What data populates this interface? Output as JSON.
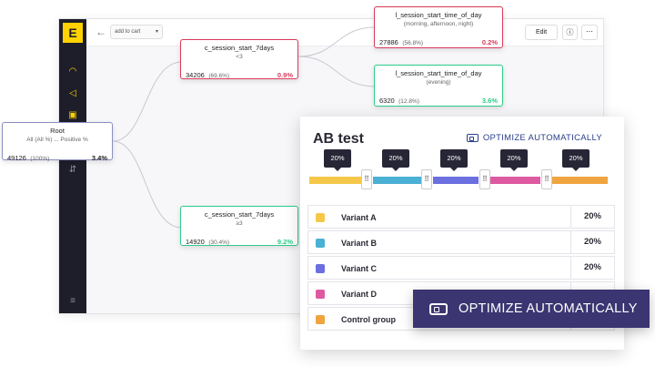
{
  "toolbar": {
    "select_value": "add to cart",
    "edit_label": "Edit",
    "info_icon": "info-icon",
    "more_icon": "more-icon"
  },
  "nodes": {
    "root": {
      "title": "Root",
      "subtitle": "All (All %) ... Positive %",
      "count": "49126",
      "share": "(100%)",
      "rate": "3.4%"
    },
    "n1": {
      "title": "c_session_start_7days",
      "subtitle": "<3",
      "count": "34206",
      "share": "(69.6%)",
      "rate": "0.9%"
    },
    "n2": {
      "title": "c_session_start_7days",
      "subtitle": "≥3",
      "count": "14920",
      "share": "(30.4%)",
      "rate": "9.2%"
    },
    "n3": {
      "title": "l_session_start_time_of_day",
      "subtitle": "(morning, afternoon, night)",
      "count": "27886",
      "share": "(56.8%)",
      "rate": "0.2%"
    },
    "n4": {
      "title": "l_session_start_time_of_day",
      "subtitle": "(evening)",
      "count": "6320",
      "share": "(12.8%)",
      "rate": "3.6%"
    }
  },
  "ab": {
    "title": "AB test",
    "optimize_label": "OPTIMIZE AUTOMATICALLY",
    "split_tips": [
      "20%",
      "20%",
      "20%",
      "20%",
      "20%"
    ],
    "variants": [
      {
        "name": "Variant A",
        "value": "20%",
        "color": "#f5c84a"
      },
      {
        "name": "Variant B",
        "value": "20%",
        "color": "#4ab0d4"
      },
      {
        "name": "Variant C",
        "value": "20%",
        "color": "#6b6fe0"
      },
      {
        "name": "Variant D",
        "value": "",
        "color": "#de5aa0"
      },
      {
        "name": "Control group",
        "value": "",
        "color": "#f0a440"
      }
    ]
  },
  "big_button": {
    "label": "OPTIMIZE AUTOMATICALLY"
  },
  "colors": {
    "sidebar": "#1e1e2a",
    "accent": "#ffd200",
    "red": "#d93a5a",
    "green": "#2ecc8a",
    "button": "#3b3571"
  }
}
